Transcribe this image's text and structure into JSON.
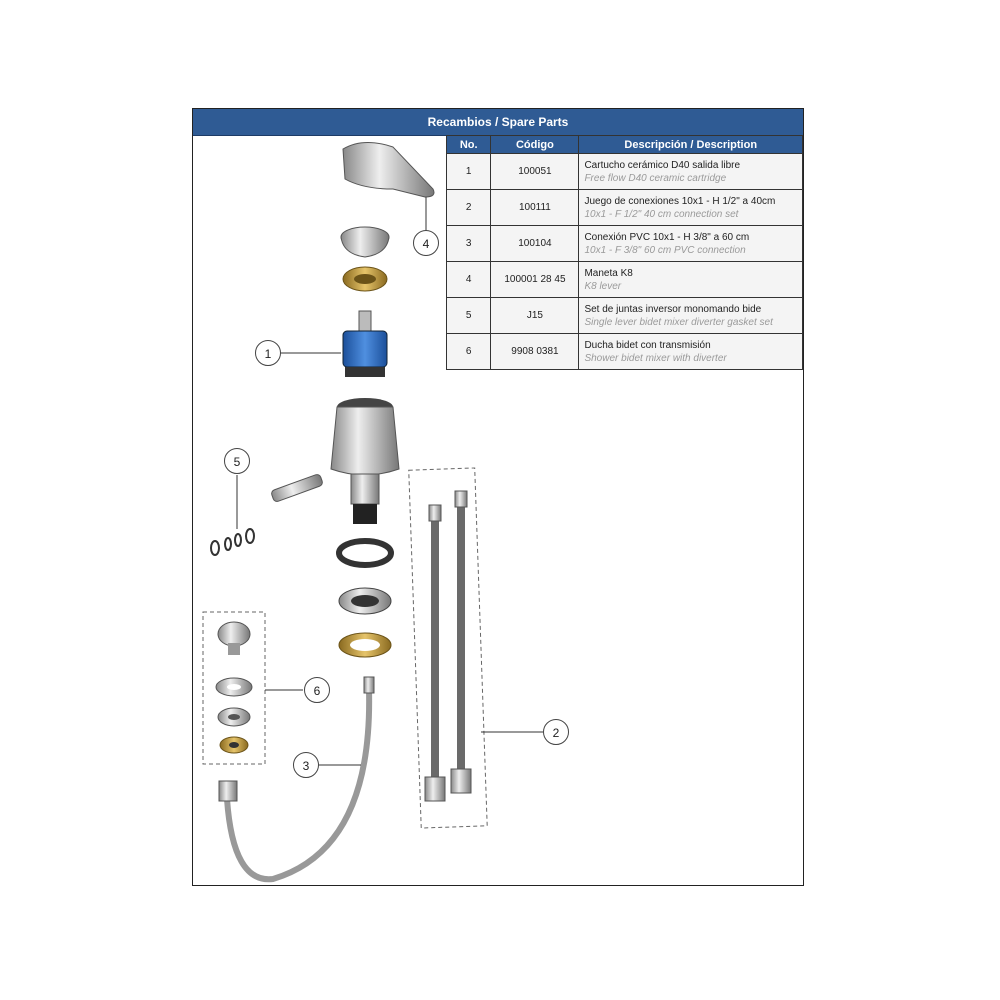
{
  "title": "Recambios / Spare Parts",
  "table": {
    "headers": [
      "No.",
      "Código",
      "Descripción / Description"
    ],
    "rows": [
      {
        "no": "1",
        "code": "100051",
        "es": "Cartucho cerámico D40 salida libre",
        "en": "Free flow D40 ceramic cartridge"
      },
      {
        "no": "2",
        "code": "100111",
        "es": "Juego de conexiones 10x1 - H 1/2\" a 40cm",
        "en": "10x1 - F 1/2\" 40 cm connection set"
      },
      {
        "no": "3",
        "code": "100104",
        "es": "Conexión PVC 10x1 - H 3/8\" a 60 cm",
        "en": "10x1 - F 3/8\" 60 cm PVC connection"
      },
      {
        "no": "4",
        "code": "100001 28 45",
        "es": "Maneta K8",
        "en": "K8 lever"
      },
      {
        "no": "5",
        "code": "J15",
        "es": "Set de juntas inversor monomando bide",
        "en": "Single lever bidet mixer diverter gasket set"
      },
      {
        "no": "6",
        "code": "9908 0381",
        "es": "Ducha bidet con transmisión",
        "en": "Shower bidet mixer with diverter"
      }
    ]
  },
  "callouts": [
    "1",
    "2",
    "3",
    "4",
    "5",
    "6"
  ],
  "colors": {
    "header": "#2f5b94",
    "cartridge": "#2f6fc0",
    "brass": "#c9a045"
  }
}
